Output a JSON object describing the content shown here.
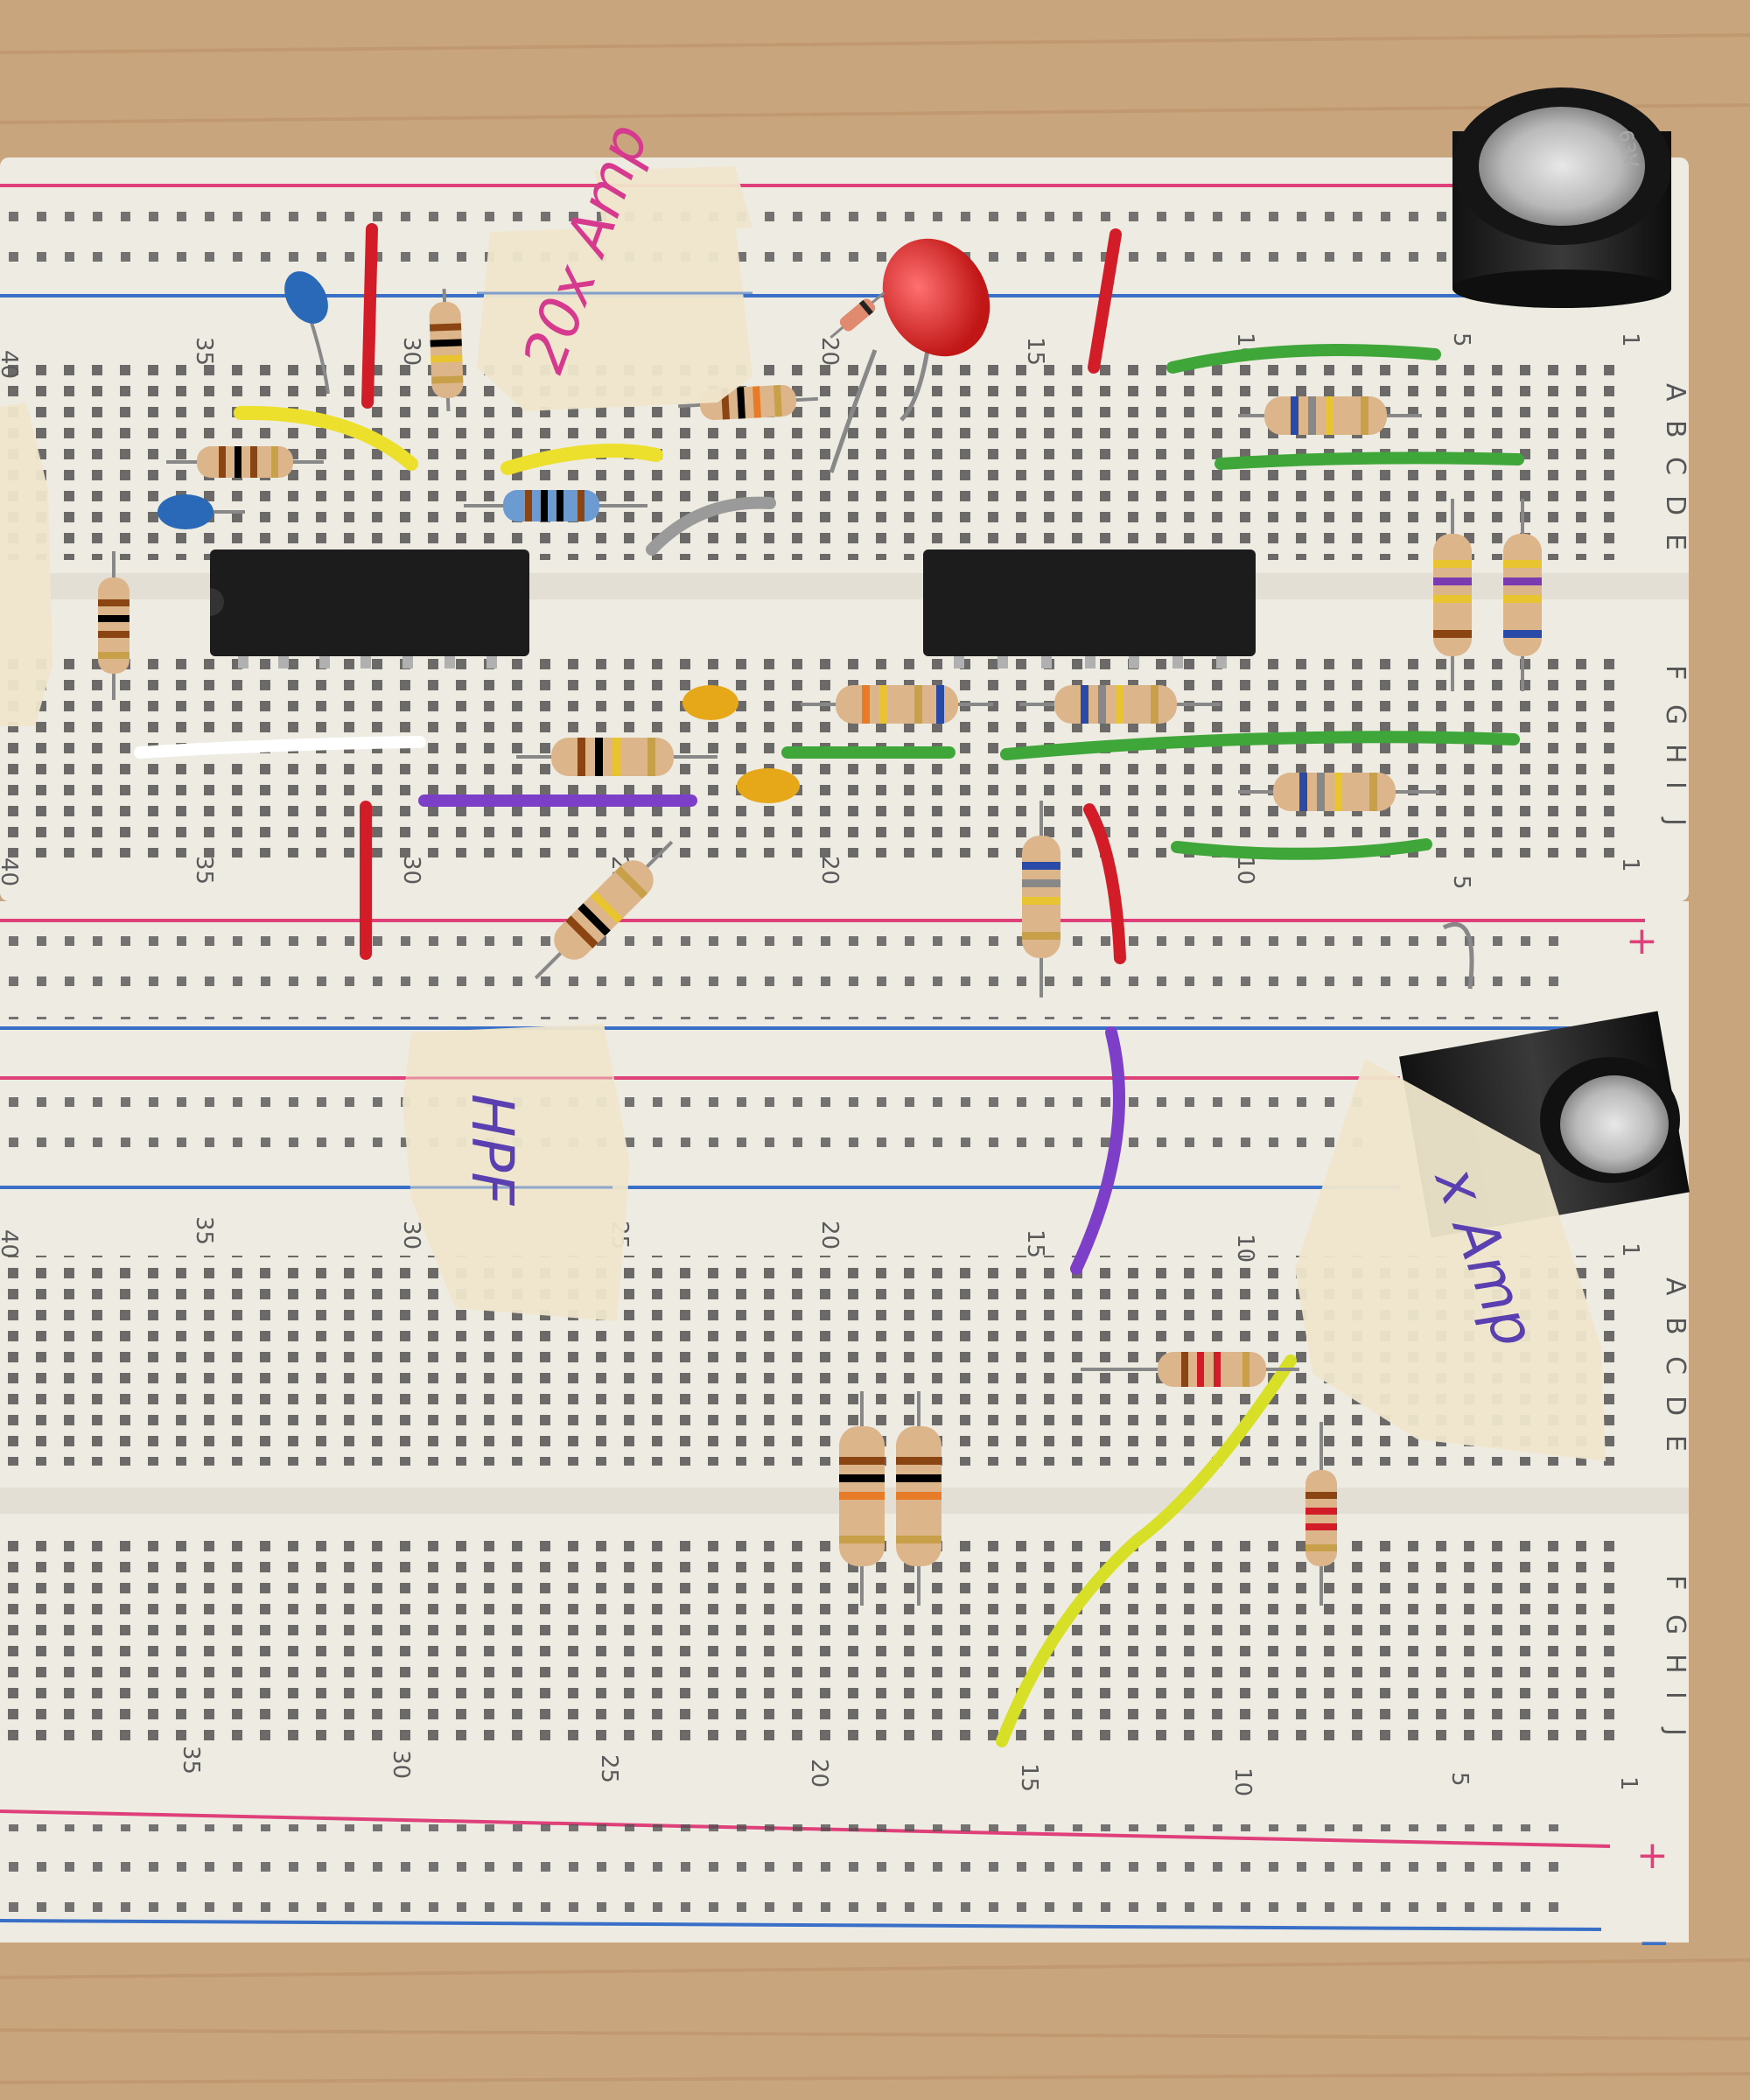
{
  "labels": {
    "tape_20x_amp": "20x Amp",
    "tape_hpf": "HPF",
    "tape_x_amp": "x Amp",
    "cap_marking": "63V"
  },
  "column_numbers": {
    "board1_top": [
      "40",
      "35",
      "30",
      "20",
      "15",
      "10",
      "5",
      "1"
    ],
    "board1_bottom": [
      "40",
      "35",
      "30",
      "25",
      "20",
      "15",
      "10",
      "5",
      "1"
    ],
    "board2_top": [
      "40",
      "35",
      "30",
      "25",
      "20",
      "15",
      "10",
      "1"
    ],
    "board2_bottom": [
      "35",
      "30",
      "25",
      "20",
      "15",
      "10",
      "5",
      "1"
    ]
  },
  "row_letters": {
    "upper": [
      "A",
      "B",
      "C",
      "D",
      "E"
    ],
    "lower": [
      "F",
      "G",
      "H",
      "I",
      "J"
    ]
  },
  "rail_marks": {
    "plus": "+",
    "minus": "−"
  },
  "colors": {
    "wood": "#c9a57e",
    "board": "#eeebe2",
    "rail_red": "#e0407a",
    "rail_blue": "#3a6fc8",
    "tape": "#efe6cc",
    "ink_pink": "#d63a8f",
    "ink_purple": "#5a3fb0",
    "chip": "#1c1c1c"
  }
}
